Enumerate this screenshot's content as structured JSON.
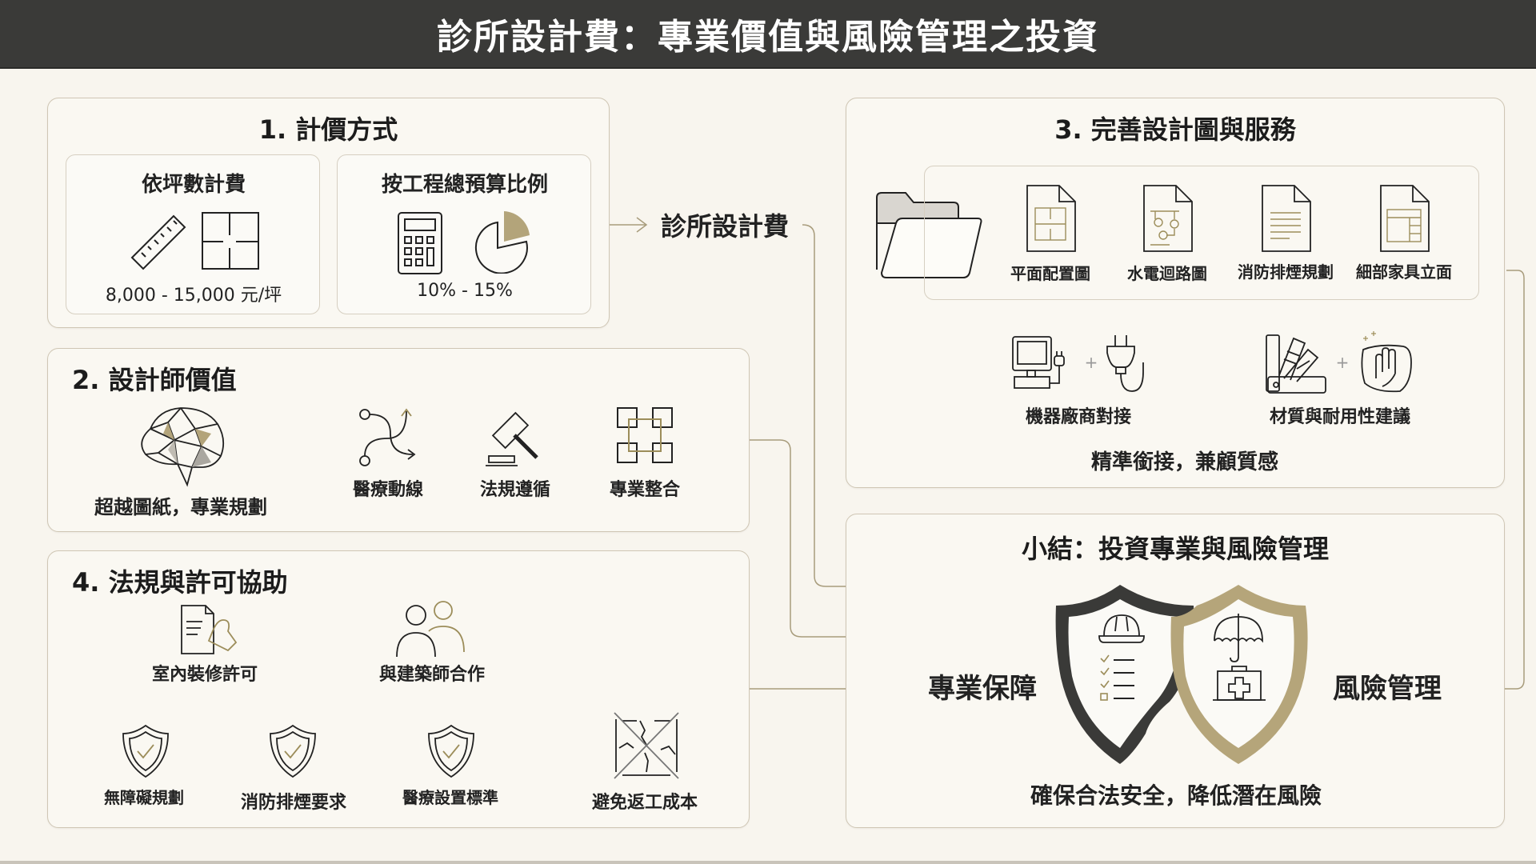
{
  "header": {
    "title": "診所設計費：專業價值與風險管理之投資"
  },
  "center_node": {
    "label": "診所設計費"
  },
  "section1": {
    "title": "1. 計價方式",
    "cards": [
      {
        "title": "依坪數計費",
        "icons": [
          "ruler-icon",
          "floor-plan-icon"
        ],
        "value": "8,000 - 15,000 元/坪"
      },
      {
        "title": "按工程總預算比例",
        "icons": [
          "calculator-icon",
          "pie-chart-icon"
        ],
        "value": "10% - 15%"
      }
    ]
  },
  "section2": {
    "title": "2. 設計師價值",
    "main_item": {
      "icon": "brain-icon",
      "label": "超越圖紙，專業規劃"
    },
    "items": [
      {
        "icon": "route-icon",
        "label": "醫療動線"
      },
      {
        "icon": "gavel-icon",
        "label": "法規遵循"
      },
      {
        "icon": "integration-icon",
        "label": "專業整合"
      }
    ]
  },
  "section3": {
    "title": "3. 完善設計圖與服務",
    "folder_icon": "folder-icon",
    "documents": [
      {
        "icon": "floorplan-doc-icon",
        "label": "平面配置圖"
      },
      {
        "icon": "circuit-doc-icon",
        "label": "水電迴路圖"
      },
      {
        "icon": "text-doc-icon",
        "label": "消防排煙規劃"
      },
      {
        "icon": "layout-doc-icon",
        "label": "細部家具立面"
      }
    ],
    "services": [
      {
        "icons": [
          "computer-icon",
          "plug-icon"
        ],
        "label": "機器廠商對接"
      },
      {
        "icons": [
          "swatch-icon",
          "hand-cloth-icon"
        ],
        "label": "材質與耐用性建議"
      }
    ],
    "tagline": "精準銜接，兼顧質感"
  },
  "section4": {
    "title": "4. 法規與許可協助",
    "top_items": [
      {
        "icon": "permit-stamp-icon",
        "label": "室內裝修許可"
      },
      {
        "icon": "people-icon",
        "label": "與建築師合作"
      }
    ],
    "bottom_items": [
      {
        "icon": "shield-check-icon",
        "label": "無障礙規劃"
      },
      {
        "icon": "shield-check-icon",
        "label": "消防排煙要求"
      },
      {
        "icon": "shield-check-icon",
        "label": "醫療設置標準"
      }
    ],
    "side_item": {
      "icon": "crossed-wall-icon",
      "label": "避免返工成本"
    }
  },
  "summary": {
    "title": "小結：投資專業與風險管理",
    "left_label": "專業保障",
    "right_label": "風險管理",
    "caption": "確保合法安全，降低潛在風險",
    "colors": {
      "dark_shield": "#3a3a38",
      "gold_shield": "#b5a57a"
    }
  },
  "colors": {
    "header_bg": "#3a3a38",
    "background": "#f8f5ee",
    "accent_gold": "#b3a47a",
    "connector": "#a89c7c",
    "border": "#cfc6b4"
  }
}
